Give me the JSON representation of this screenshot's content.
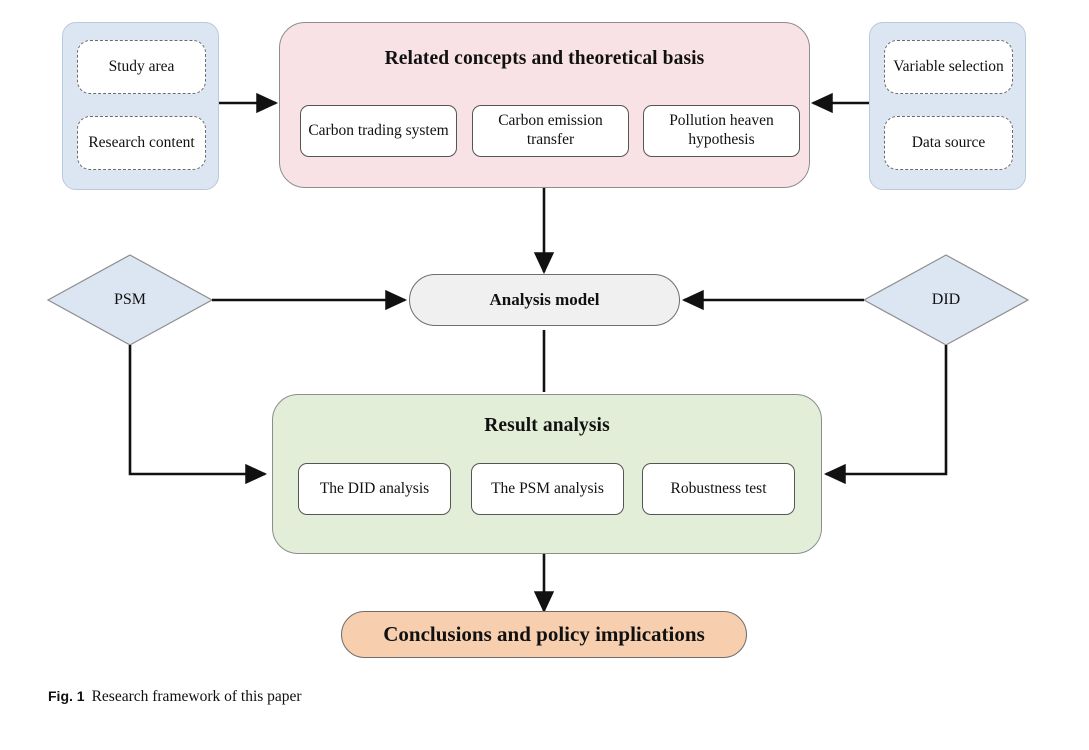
{
  "figure": {
    "caption_label": "Fig. 1",
    "caption_text": "Research framework of this paper"
  },
  "colors": {
    "panel_blue": "#dce6f2",
    "group_pink": "#f9e2e6",
    "group_green": "#e3eed9",
    "pill_gray": "#f0f0f0",
    "pill_orange": "#f7cfae",
    "box_white": "#ffffff",
    "stroke_dark": "#111111",
    "stroke_gray": "#8d8d8d"
  },
  "left_panel": {
    "name": "left-inputs-panel",
    "items": [
      {
        "label": "Study area"
      },
      {
        "label": "Research content"
      }
    ]
  },
  "right_panel": {
    "name": "right-inputs-panel",
    "items": [
      {
        "label": "Variable selection"
      },
      {
        "label": "Data source"
      }
    ]
  },
  "concepts_group": {
    "title": "Related concepts and theoretical basis",
    "items": [
      {
        "label": "Carbon trading system"
      },
      {
        "label": "Carbon emission transfer"
      },
      {
        "label": "Pollution heaven hypothesis"
      }
    ]
  },
  "methods": {
    "left_diamond": "PSM",
    "right_diamond": "DID",
    "analysis_model": "Analysis model"
  },
  "results_group": {
    "title": "Result analysis",
    "items": [
      {
        "label": "The DID analysis"
      },
      {
        "label": "The PSM analysis"
      },
      {
        "label": "Robustness test"
      }
    ]
  },
  "conclusions": {
    "label": "Conclusions and policy implications"
  }
}
